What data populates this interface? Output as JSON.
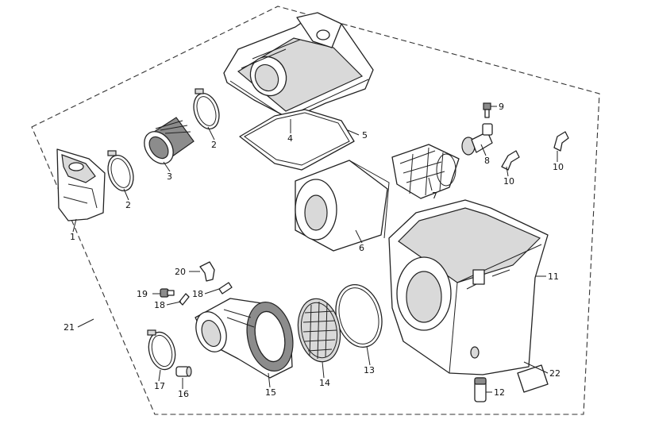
{
  "diagram": {
    "style": "exploded parts diagram, black line art on white",
    "border": "dashed outline",
    "callouts": [
      {
        "id": "c1",
        "text": "1"
      },
      {
        "id": "c2a",
        "text": "2"
      },
      {
        "id": "c2b",
        "text": "2"
      },
      {
        "id": "c3",
        "text": "3"
      },
      {
        "id": "c4",
        "text": "4"
      },
      {
        "id": "c5",
        "text": "5"
      },
      {
        "id": "c6",
        "text": "6"
      },
      {
        "id": "c7",
        "text": "7"
      },
      {
        "id": "c8",
        "text": "8"
      },
      {
        "id": "c9",
        "text": "9"
      },
      {
        "id": "c10a",
        "text": "10"
      },
      {
        "id": "c10b",
        "text": "10"
      },
      {
        "id": "c11",
        "text": "11"
      },
      {
        "id": "c12",
        "text": "12"
      },
      {
        "id": "c13",
        "text": "13"
      },
      {
        "id": "c14",
        "text": "14"
      },
      {
        "id": "c15",
        "text": "15"
      },
      {
        "id": "c16",
        "text": "16"
      },
      {
        "id": "c17",
        "text": "17"
      },
      {
        "id": "c18a",
        "text": "18"
      },
      {
        "id": "c18b",
        "text": "18"
      },
      {
        "id": "c19",
        "text": "19"
      },
      {
        "id": "c20",
        "text": "20"
      },
      {
        "id": "c21",
        "text": "21"
      },
      {
        "id": "c22",
        "text": "22"
      }
    ]
  }
}
